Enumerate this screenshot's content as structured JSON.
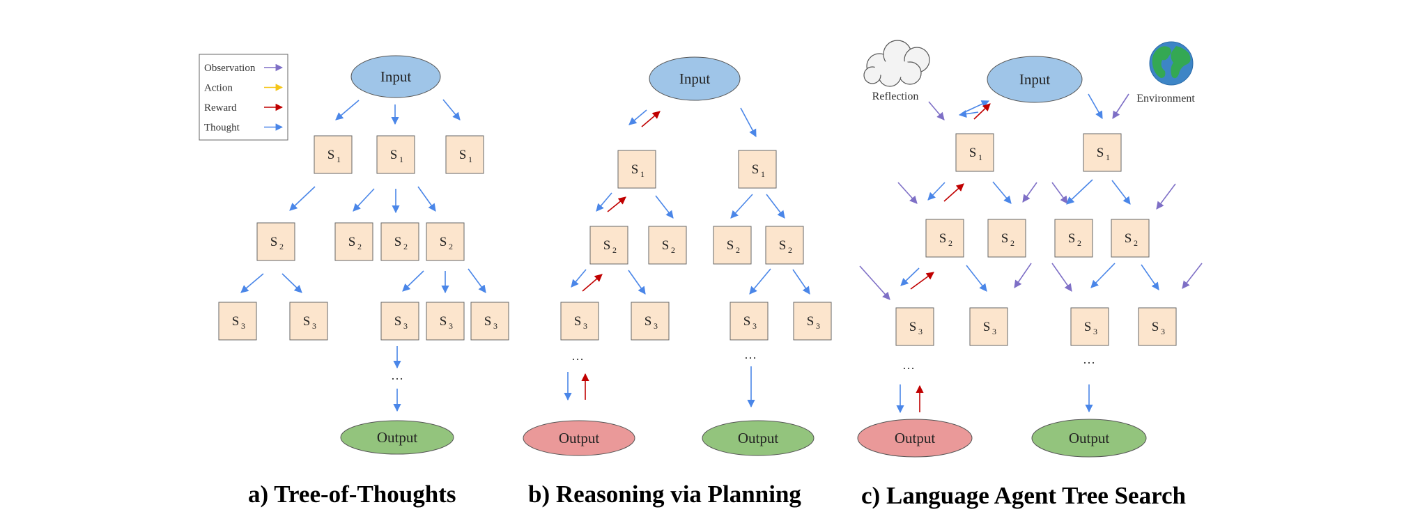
{
  "legend": {
    "items": [
      {
        "label": "Observation",
        "color": "#7e6fc6"
      },
      {
        "label": "Action",
        "color": "#f5c518"
      },
      {
        "label": "Reward",
        "color": "#c00000"
      },
      {
        "label": "Thought",
        "color": "#4a86e8"
      }
    ]
  },
  "colors": {
    "state_fill": "#fce5cd",
    "input_fill": "#9fc5e8",
    "output_good": "#93c47d",
    "output_bad": "#ea9999",
    "observation": "#7e6fc6",
    "thought": "#4a86e8",
    "reward": "#c00000"
  },
  "text": {
    "input": "Input",
    "output": "Output",
    "s1": "S",
    "s1_sub": "1",
    "s2_sub": "2",
    "s3_sub": "3",
    "ellipsis": "…",
    "reflection": "Reflection",
    "environment": "Environment"
  },
  "icons": {
    "reflection": "cloud-icon",
    "environment": "globe-icon"
  },
  "captions": {
    "a": "a) Tree-of-Thoughts",
    "b": "b) Reasoning via Planning",
    "c": "c) Language Agent Tree Search"
  }
}
